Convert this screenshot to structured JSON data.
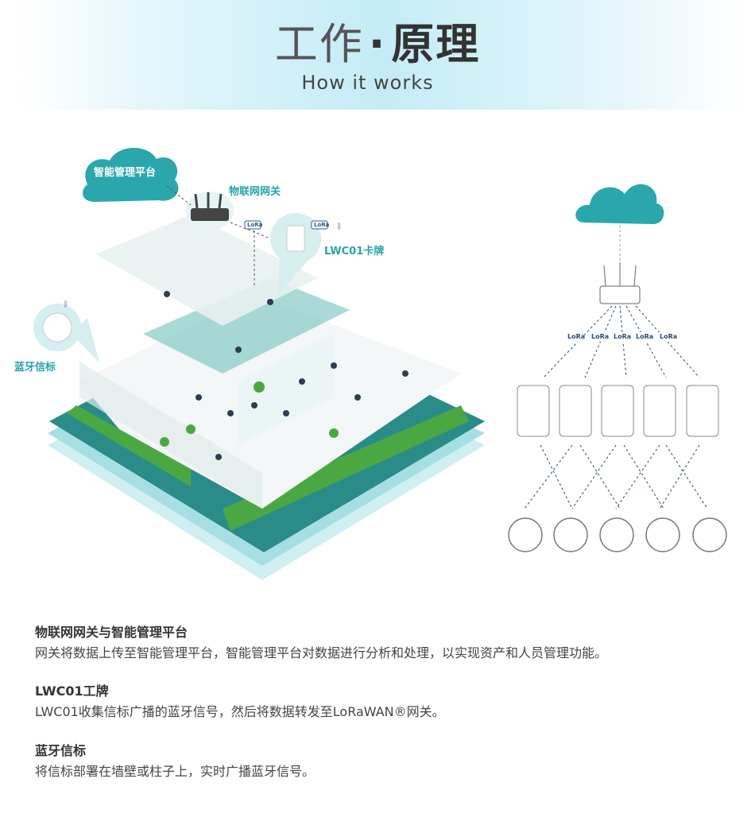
{
  "header": {
    "title_light": "工作",
    "title_dot": "·",
    "title_bold": "原理",
    "subtitle": "How it works"
  },
  "illustration": {
    "cloud_label": "智能管理平台",
    "gateway_label": "物联网网关",
    "card_label": "LWC01卡牌",
    "beacon_label": "蓝牙信标",
    "lora_badge": "LoRa"
  },
  "topology": {
    "lora_badges": [
      "LoRa",
      "LoRa",
      "LoRa",
      "LoRa",
      "LoRa"
    ]
  },
  "sections": [
    {
      "heading": "物联网网关与智能管理平台",
      "text": "网关将数据上传至智能管理平台，智能管理平台对数据进行分析和处理，以实现资产和人员管理功能。"
    },
    {
      "heading": "LWC01工牌",
      "text": "LWC01收集信标广播的蓝牙信号，然后将数据转发至LoRaWAN®网关。"
    },
    {
      "heading": "蓝牙信标",
      "text": "将信标部署在墙壁或柱子上，实时广播蓝牙信号。"
    }
  ],
  "colors": {
    "teal": "#27a3a9",
    "cloud": "#2aa7ad",
    "floor": "#2a8c88"
  }
}
